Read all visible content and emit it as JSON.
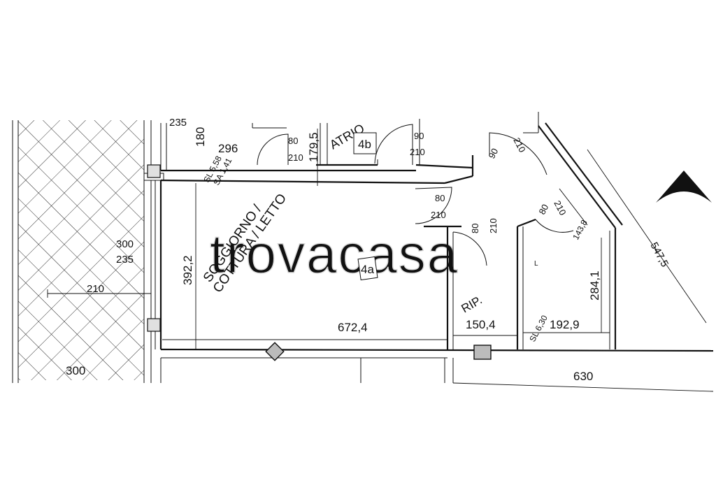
{
  "rooms": {
    "living_name_line1": "SOGGIORNO /",
    "living_name_line2": "COTTURA / LETTO",
    "living_tag": "4a",
    "storage_name": "RIP.",
    "atrium_name": "ATRIO",
    "atrium_tag": "4b"
  },
  "dimensions": {
    "living_length": "672,4",
    "living_depth": "392,2",
    "storage_width": "150,4",
    "bath_width": "192,9",
    "bath_depth": "284,1",
    "balcony_width": "300",
    "top_296": "296",
    "top_235": "235",
    "top_180": "180",
    "top_179_5": "179,5",
    "right_547_5": "547,5",
    "bottom_630": "630",
    "balcony_300": "300",
    "balcony_235": "235",
    "balcony_210": "210"
  },
  "openings": [
    {
      "id": "door-atrium-1",
      "w": "80",
      "h": "210"
    },
    {
      "id": "door-atrium-2",
      "w": "90",
      "h": "210"
    },
    {
      "id": "door-living",
      "w": "80",
      "h": "210"
    },
    {
      "id": "door-storage",
      "w": "80",
      "h": "210"
    },
    {
      "id": "door-bath",
      "w": "80",
      "h": "210"
    },
    {
      "id": "door-entry",
      "w": "90",
      "h": "210"
    }
  ],
  "annotations": {
    "sl_left": "SL 5,58",
    "sa_left": "SA 1,41",
    "sl_right": "SL 6,30",
    "diag_right": "143,8",
    "bath_mark": "L"
  },
  "watermark": "trovacasa",
  "colors": {
    "lines": "#111111",
    "background": "#ffffff",
    "watermark": "#d8d8d8"
  }
}
